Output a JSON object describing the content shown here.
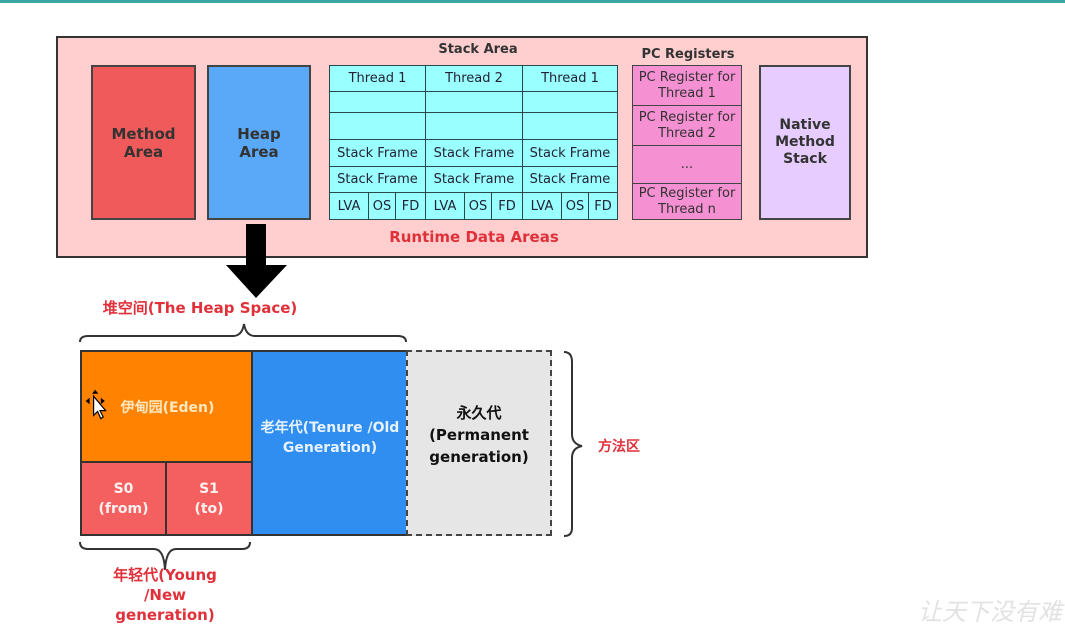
{
  "colors": {
    "method": "#f05a5a",
    "heap": "#5aa8f8",
    "stack": "#99ffff",
    "pc": "#f590d2",
    "native": "#e6ccff",
    "runtime_bg": "#ffcfcf",
    "eden": "#ff8200",
    "survivor": "#f46060",
    "old": "#2f8ef0",
    "perm": "#e6e6e6",
    "label_red": "#e0303a"
  },
  "runtime": {
    "title": "Runtime Data Areas",
    "method_area": "Method Area",
    "heap_area": "Heap Area",
    "stack_area": {
      "title": "Stack Area",
      "threads": [
        "Thread 1",
        "Thread 2",
        "Thread 1"
      ],
      "frame": "Stack Frame",
      "lva": "LVA",
      "os": "OS",
      "fd": "FD"
    },
    "pc_registers": {
      "title": "PC Registers",
      "items": [
        "PC Register for Thread 1",
        "PC Register for Thread 2",
        "...",
        "PC Register for Thread n"
      ]
    },
    "native": "Native Method Stack"
  },
  "heap": {
    "title": "堆空间(The Heap Space)",
    "eden": "伊甸园(Eden)",
    "s0": [
      "S0",
      "(from)"
    ],
    "s1": [
      "S1",
      "(to)"
    ],
    "old": [
      "老年代(Tenure /Old",
      "Generation)"
    ],
    "perm": [
      "永久代",
      "(Permanent",
      "generation)"
    ],
    "method_zone": "方法区",
    "young": [
      "年轻代(Young",
      "/New",
      "generation)"
    ]
  },
  "watermark": "让天下没有难"
}
